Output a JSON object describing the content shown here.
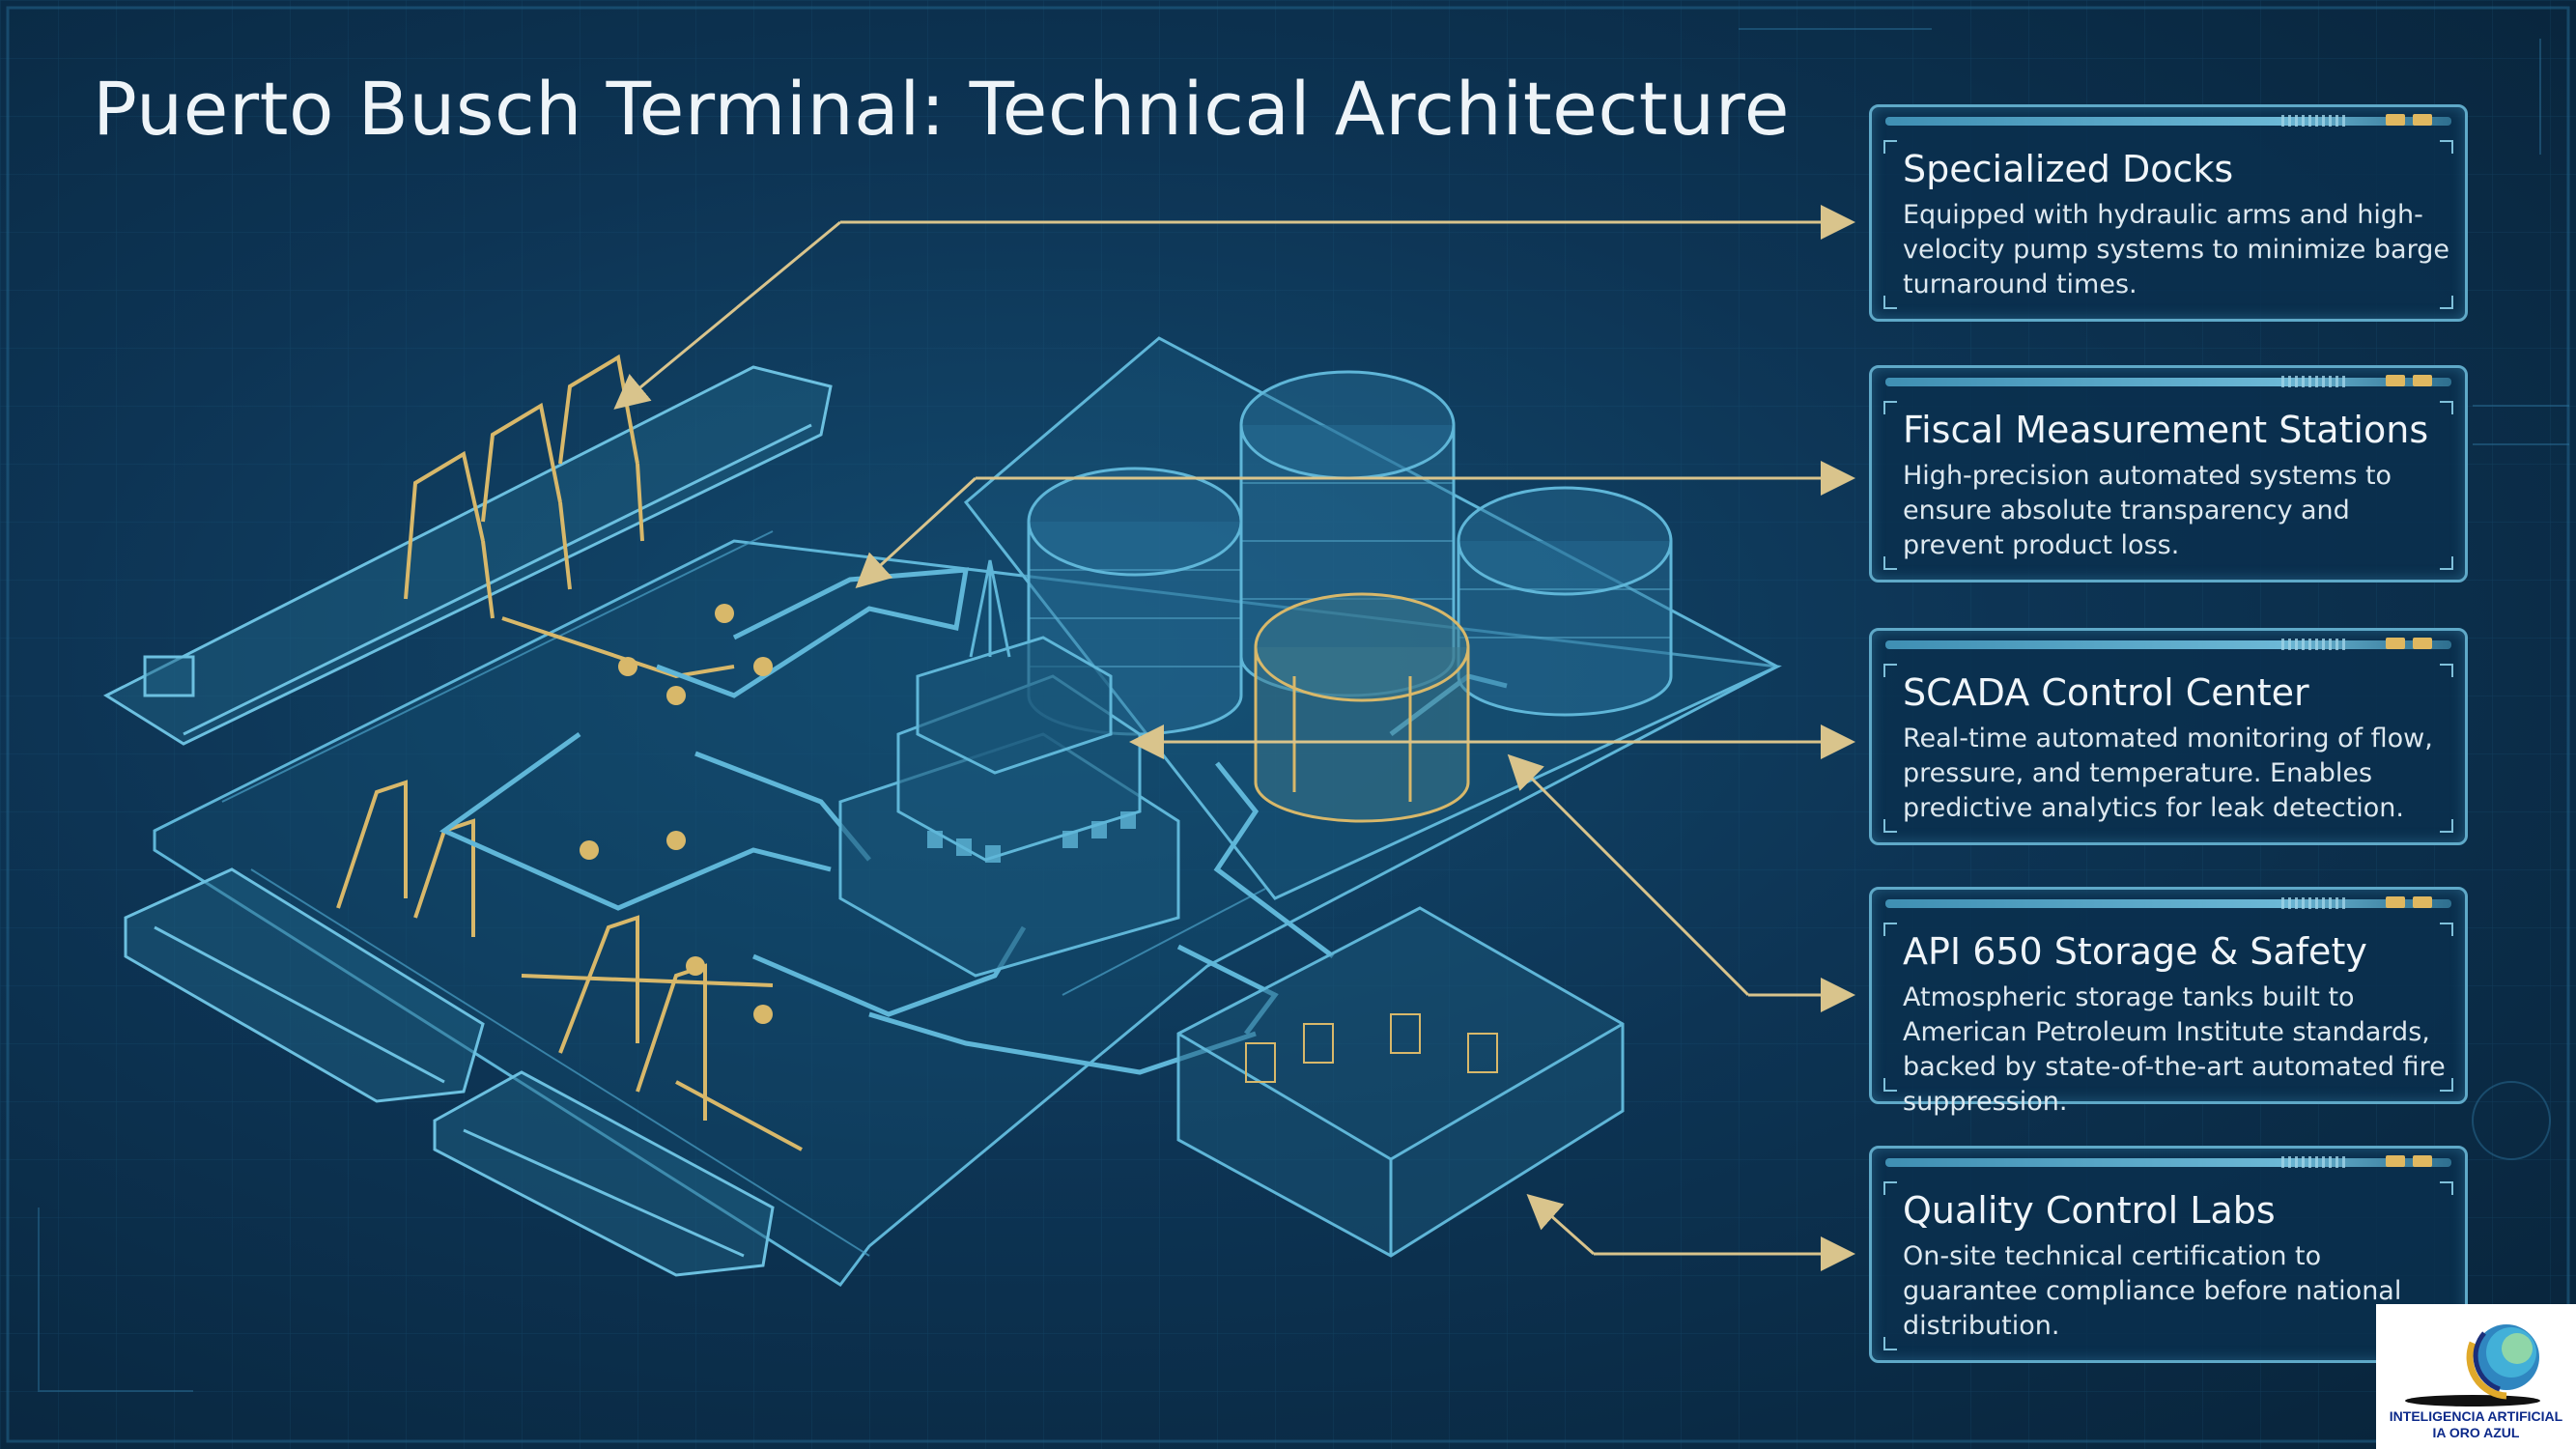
{
  "title": "Puerto Busch Terminal: Technical Architecture",
  "cards": [
    {
      "title": "Specialized Docks",
      "description": "Equipped with hydraulic arms and high-velocity pump systems to minimize barge turnaround times."
    },
    {
      "title": "Fiscal Measurement Stations",
      "description": "High-precision automated systems to ensure absolute transparency and prevent product loss."
    },
    {
      "title": "SCADA Control Center",
      "description": "Real-time automated monitoring of flow, pressure, and temperature. Enables predictive analytics for leak detection."
    },
    {
      "title": "API 650 Storage & Safety",
      "description": "Atmospheric storage tanks built to American Petroleum Institute standards, backed by state-of-the-art automated fire suppression."
    },
    {
      "title": "Quality Control Labs",
      "description": "On-site technical certification to guarantee compliance before national distribution."
    }
  ],
  "logo": {
    "line1": "INTELIGENCIA ARTIFICIAL",
    "line2": "IA ORO AZUL"
  },
  "colors": {
    "background": "#0d3454",
    "line_cyan": "#5fb6d8",
    "line_gold": "#d8b86a",
    "arrow": "#d9c48c",
    "card_border": "#5fa9c8",
    "logo_text": "#0d2a8a"
  }
}
